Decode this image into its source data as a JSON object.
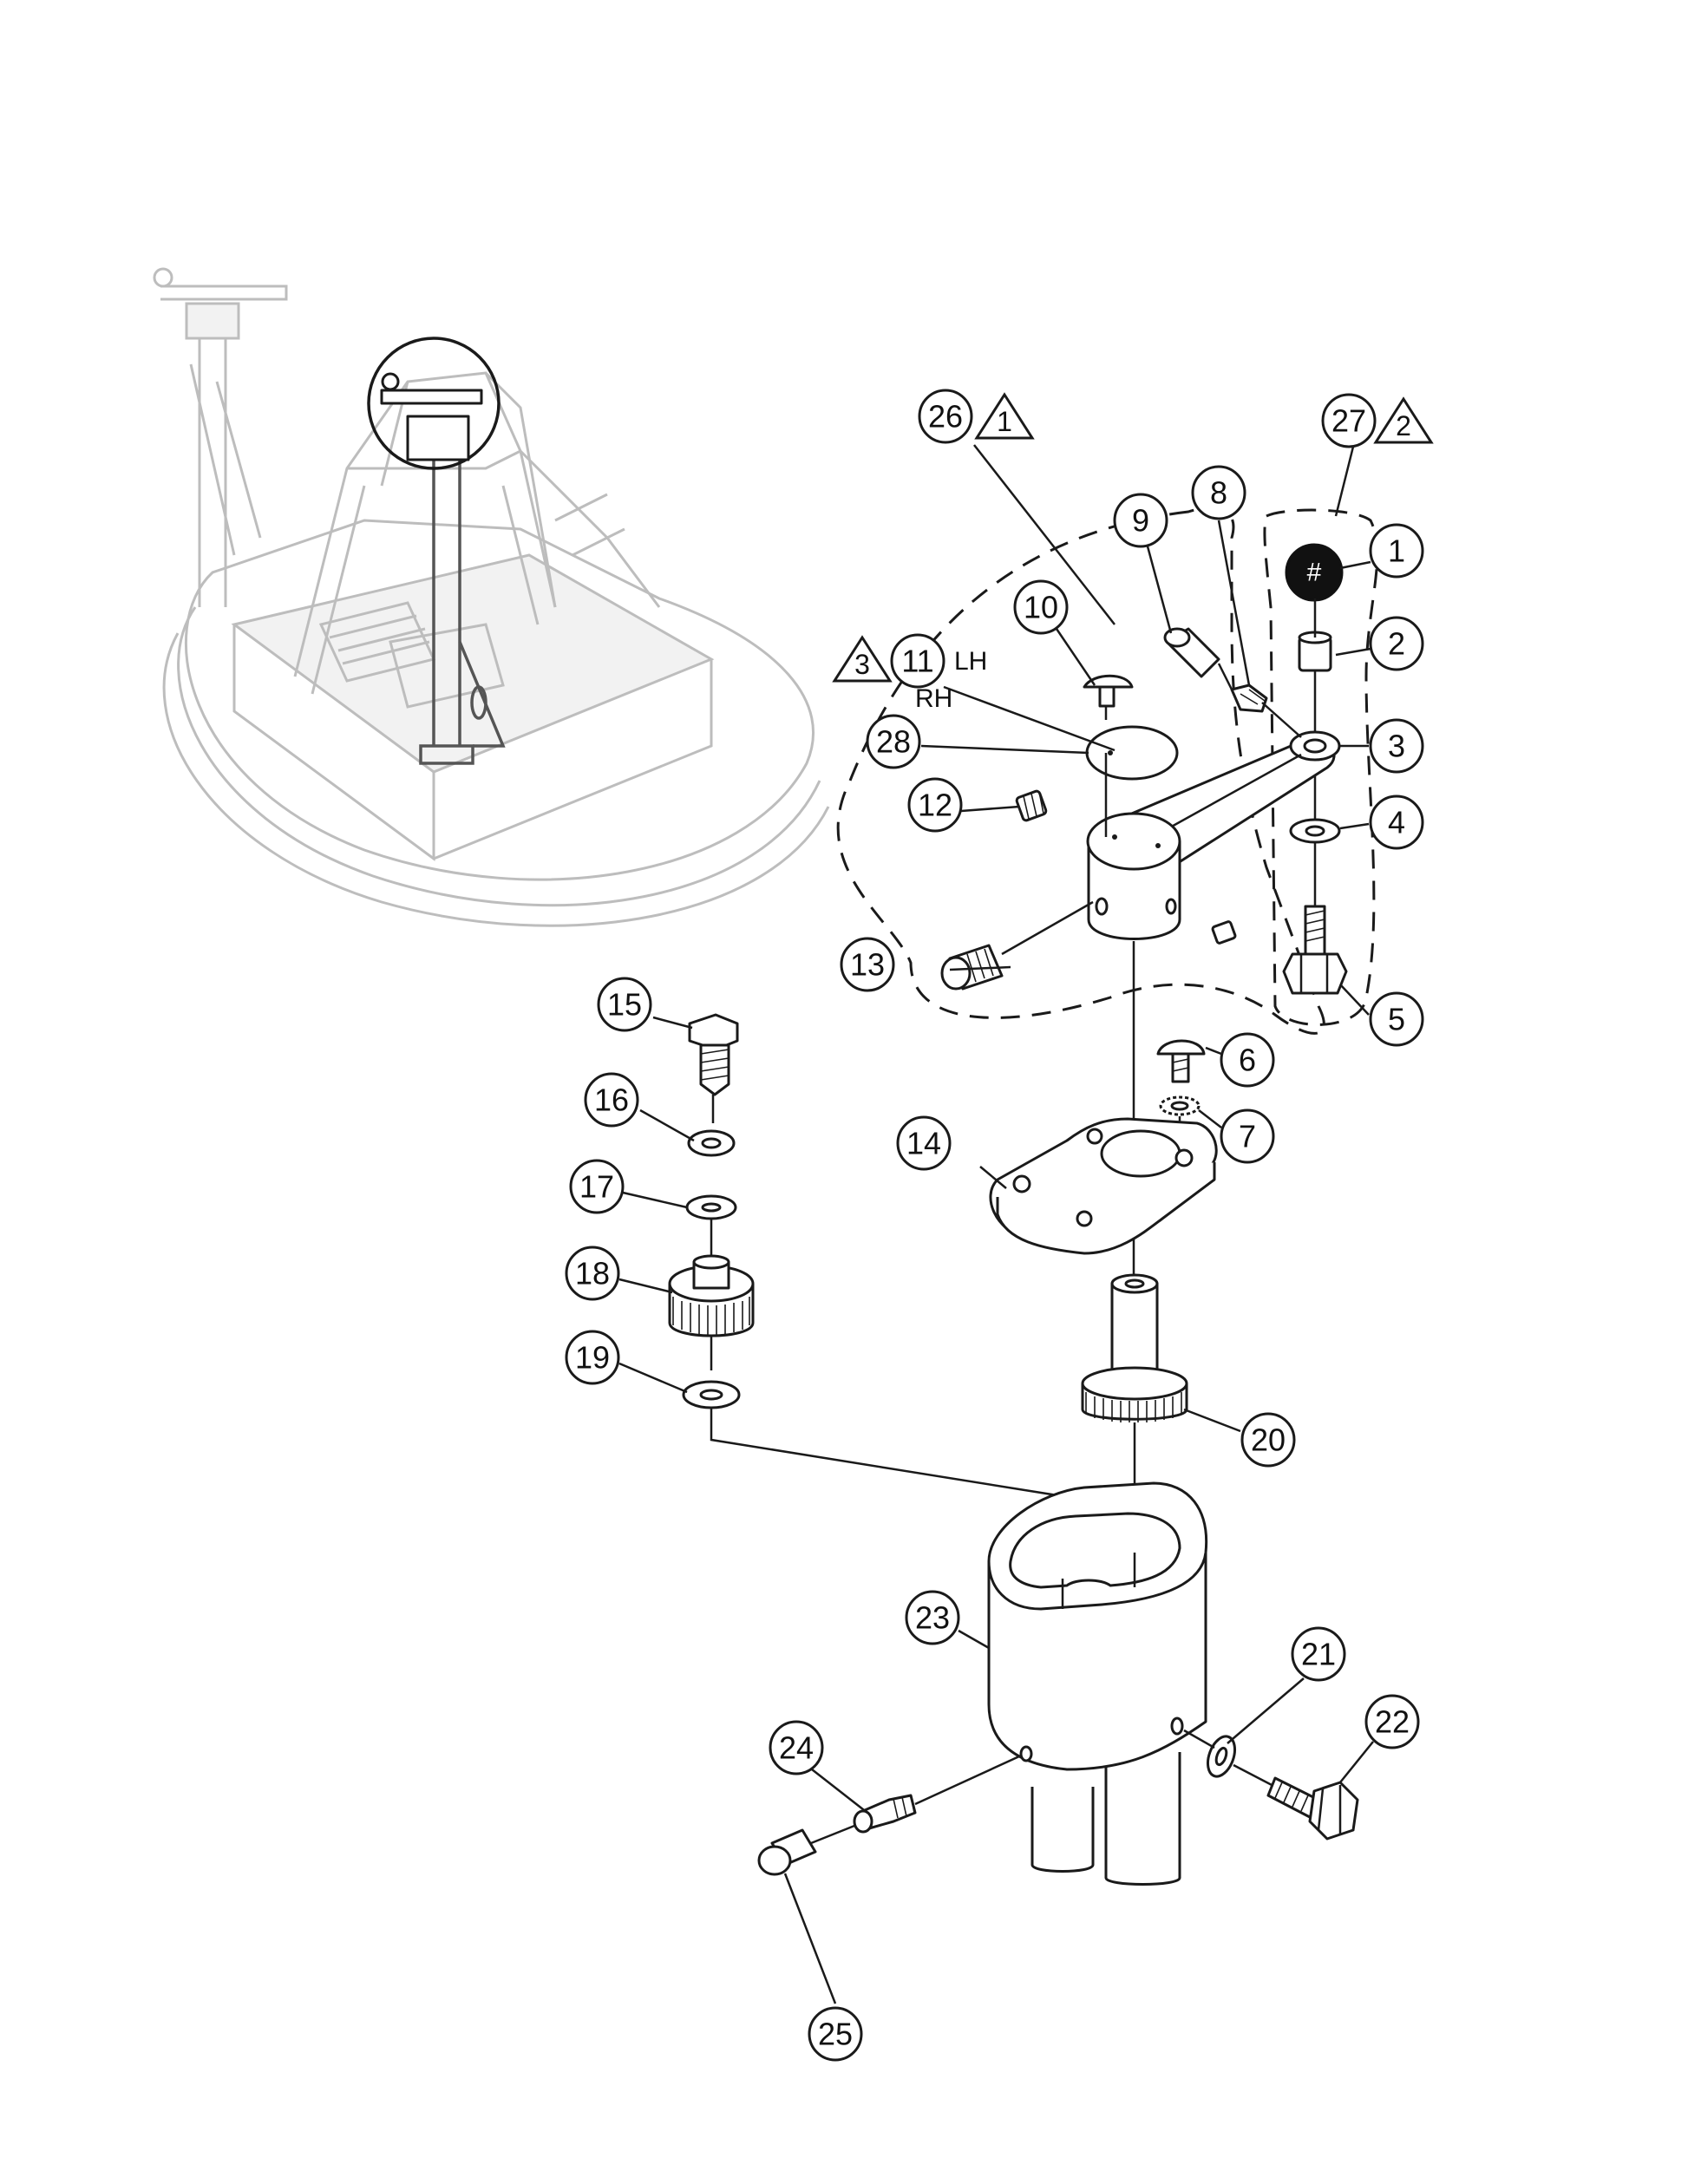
{
  "callouts": [
    {
      "id": "c1",
      "label": "1"
    },
    {
      "id": "c2",
      "label": "2"
    },
    {
      "id": "c3",
      "label": "3"
    },
    {
      "id": "c4",
      "label": "4"
    },
    {
      "id": "c5",
      "label": "5"
    },
    {
      "id": "c6",
      "label": "6"
    },
    {
      "id": "c7",
      "label": "7"
    },
    {
      "id": "c8",
      "label": "8"
    },
    {
      "id": "c9",
      "label": "9"
    },
    {
      "id": "c10",
      "label": "10"
    },
    {
      "id": "c11",
      "label": "11"
    },
    {
      "id": "c12",
      "label": "12"
    },
    {
      "id": "c13",
      "label": "13"
    },
    {
      "id": "c14",
      "label": "14"
    },
    {
      "id": "c15",
      "label": "15"
    },
    {
      "id": "c16",
      "label": "16"
    },
    {
      "id": "c17",
      "label": "17"
    },
    {
      "id": "c18",
      "label": "18"
    },
    {
      "id": "c19",
      "label": "19"
    },
    {
      "id": "c20",
      "label": "20"
    },
    {
      "id": "c21",
      "label": "21"
    },
    {
      "id": "c22",
      "label": "22"
    },
    {
      "id": "c23",
      "label": "23"
    },
    {
      "id": "c24",
      "label": "24"
    },
    {
      "id": "c25",
      "label": "25"
    },
    {
      "id": "c26",
      "label": "26"
    },
    {
      "id": "c27",
      "label": "27"
    },
    {
      "id": "c28",
      "label": "28"
    }
  ],
  "notes": {
    "note1": "1",
    "note2": "2",
    "note3": "3"
  },
  "side_labels": {
    "lh": "LH",
    "rh": "RH"
  },
  "knob_symbol": "#"
}
